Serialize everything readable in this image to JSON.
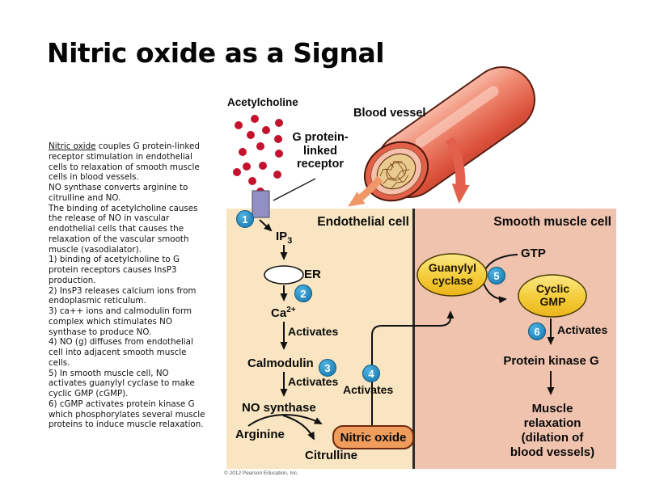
{
  "title": "Nitric oxide as a Signal",
  "left_text": {
    "paragraphs": [
      {
        "lead": "Nitric oxide",
        "text": " couples G protein-linked\nreceptor stimulation in endothelial\ncells to relaxation of smooth muscle\ncells in blood vessels."
      },
      {
        "text": "NO synthase converts arginine to\ncitrulline and NO."
      },
      {
        "text": "The binding of acetylcholine causes\nthe release of NO in vascular\nendothelial cells that causes the\nrelaxation of the vascular smooth\nmuscle (vasodialator)."
      },
      {
        "text": "1) binding of acetylcholine to G\nprotein receptors causes InsP3\nproduction."
      },
      {
        "text": "2) InsP3 releases calcium ions from\nendoplasmic reticulum."
      },
      {
        "text": "3) ca++ ions and calmodulin form\ncomplex which stimulates NO\nsynthase to produce NO."
      },
      {
        "text": "4) NO (g) diffuses from endothelial\ncell into adjacent smooth muscle\ncells."
      },
      {
        "text": "5) In smooth muscle cell, NO\nactivates guanylyl cyclase to make\ncyclic GMP (cGMP)."
      },
      {
        "text": "6) cGMP activates protein kinase G\nwhich phosphorylates several muscle\nproteins to induce muscle relaxation."
      }
    ]
  },
  "diagram": {
    "acetylcholine_label": "Acetylcholine",
    "g_protein_label": "G protein-\nlinked\nreceptor",
    "blood_vessel_label": "Blood vessel",
    "endothelial_header": "Endothelial cell",
    "smooth_muscle_header": "Smooth muscle cell",
    "steps": [
      "1",
      "2",
      "3",
      "4",
      "5",
      "6"
    ],
    "ip3": {
      "base": "IP",
      "sub": "3"
    },
    "er_label": "ER",
    "ca": {
      "base": "Ca",
      "sup": "2+"
    },
    "activates": "Activates",
    "calmodulin": "Calmodulin",
    "no_synthase": "NO synthase",
    "arginine": "Arginine",
    "nitric_oxide": "Nitric oxide",
    "citrulline": "Citrulline",
    "guanylyl_cyclase": "Guanylyl\ncyclase",
    "gtp": "GTP",
    "cyclic_gmp": "Cyclic\nGMP",
    "protein_kinase_g": "Protein kinase G",
    "muscle_relaxation": "Muscle\nrelaxation\n(dilation of\nblood vessels)"
  },
  "colors": {
    "endothelial_bg": "#F9E5C1",
    "smooth_muscle_bg": "#EFC3AE",
    "step_circle_blue": "#1E8FCB",
    "nitric_oxide_fill": "#F09C5C",
    "enzyme_yellow": "#F2C330",
    "vessel_red": "#E2604A",
    "acetylcholine_dot": "#C4122E",
    "receptor_purple": "#928FC5"
  },
  "footer": {
    "copyright": "© 2012 Pearson Education, Inc."
  }
}
